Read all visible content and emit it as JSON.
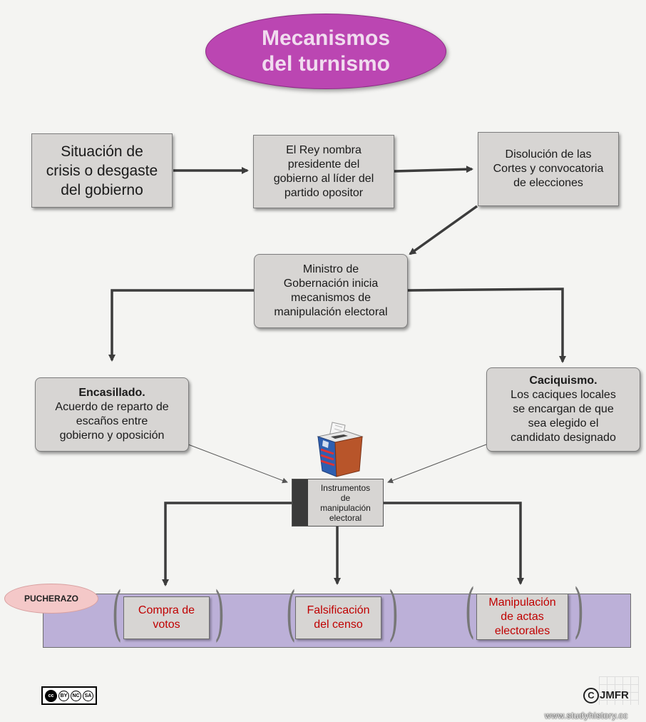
{
  "title": "Mecanismos\ndel turnismo",
  "boxes": {
    "crisis": "Situación de\ncrisis o desgaste\ndel gobierno",
    "rey": "El Rey nombra\npresidente del\ngobierno al líder del\npartido opositor",
    "disolucion": "Disolución de las\nCortes y convocatoria\nde elecciones",
    "ministro": "Ministro de\nGobernación inicia\nmecanismos de\nmanipulación electoral",
    "encasillado": {
      "heading": "Encasillado.",
      "body": "Acuerdo de reparto de\nescaños entre\ngobierno y oposición"
    },
    "caciquismo": {
      "heading": "Caciquismo.",
      "body": "Los caciques locales\nse encargan de que\nsea elegido el\ncandidato designado"
    },
    "instrumentos": "Instrumentos\nde\nmanipulación\nelectoral"
  },
  "pucherazo": {
    "label": "PUCHERAZO",
    "methods": [
      "Compra de\nvotos",
      "Falsificación\ndel censo",
      "Manipulación\nde actas\nelectorales"
    ]
  },
  "license": {
    "badges": [
      "cc",
      "BY",
      "NC",
      "SA"
    ]
  },
  "credit": {
    "symbol": "C",
    "author": "JMFR"
  },
  "watermark": "www.studyhistory.cc",
  "colors": {
    "title_fill": "#bb46b2",
    "band_fill": "#bcb0d8",
    "method_text": "#c00000",
    "pill_fill": "#f4c8c8"
  },
  "icons": [
    "ballot-box-icon",
    "creative-commons-icon",
    "copyright-icon"
  ]
}
